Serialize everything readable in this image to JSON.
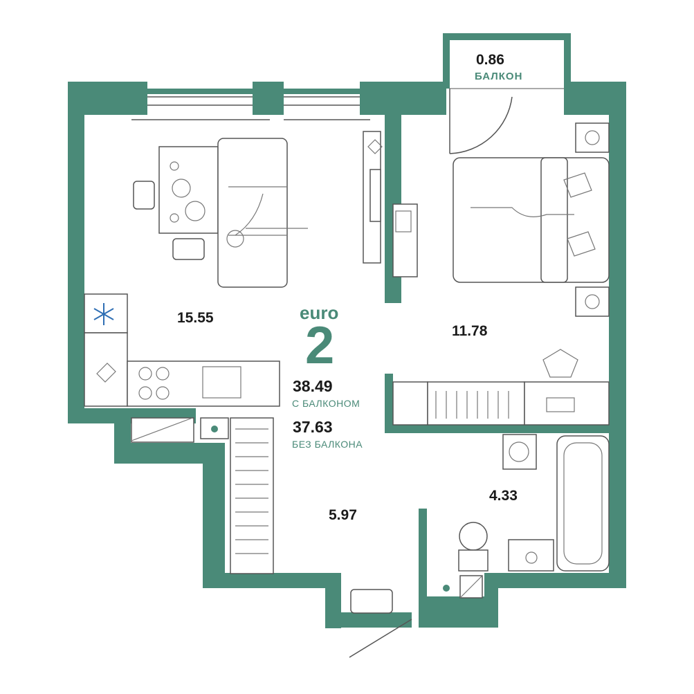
{
  "plan": {
    "type_word": "euro",
    "rooms_number": "2",
    "total_with_balcony": "38.49",
    "with_balcony_label": "С БАЛКОНОМ",
    "total_without_balcony": "37.63",
    "without_balcony_label": "БЕЗ БАЛКОНА"
  },
  "rooms": {
    "living": "15.55",
    "bedroom": "11.78",
    "hall": "5.97",
    "bathroom": "4.33",
    "balcony_area": "0.86",
    "balcony_label": "БАЛКОН"
  },
  "colors": {
    "wall": "#4a8a78",
    "snowflake": "#2f6fb4"
  },
  "icons": [
    "snowflake-icon"
  ]
}
